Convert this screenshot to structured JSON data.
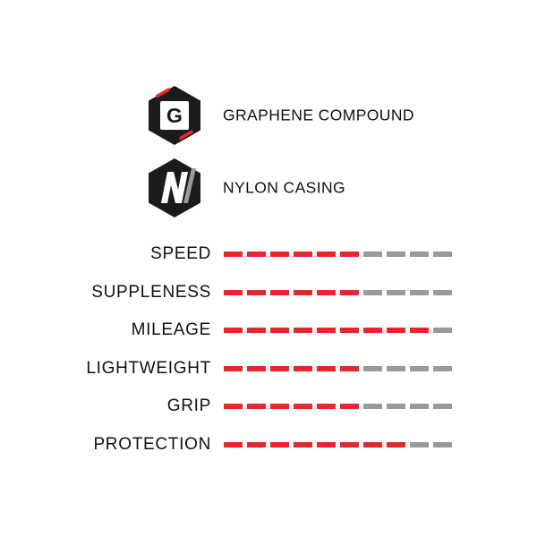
{
  "colors": {
    "accent": "#e8262c",
    "inactive": "#9a9a9a",
    "badge": "#1b1b1b"
  },
  "features": [
    {
      "icon": "graphene-hexagon-icon",
      "letter": "G",
      "label": "GRAPHENE COMPOUND"
    },
    {
      "icon": "nylon-hexagon-icon",
      "letter": "N",
      "label": "NYLON CASING"
    }
  ],
  "rating_scale_max": 10,
  "ratings": [
    {
      "label": "SPEED",
      "value": 6
    },
    {
      "label": "SUPPLENESS",
      "value": 6
    },
    {
      "label": "MILEAGE",
      "value": 9
    },
    {
      "label": "LIGHTWEIGHT",
      "value": 6
    },
    {
      "label": "GRIP",
      "value": 6
    },
    {
      "label": "PROTECTION",
      "value": 8
    }
  ]
}
